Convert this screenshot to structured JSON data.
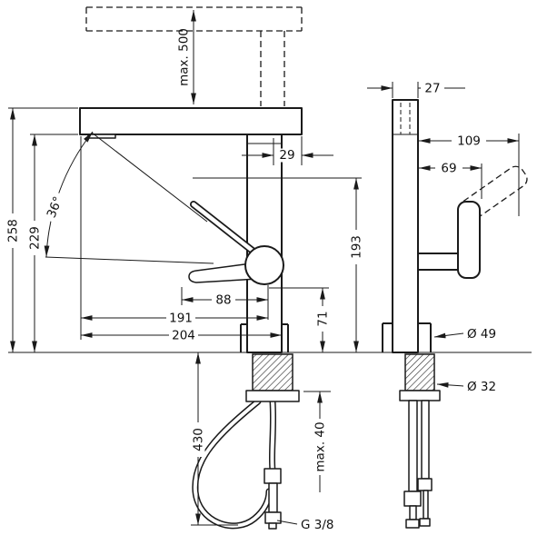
{
  "dimensions": {
    "max_height": "max. 500",
    "body_depth": "27",
    "spout_offset": "29",
    "projection_total": "109",
    "projection_handle": "69",
    "height_spout_top": "258",
    "height_spout_underside": "229",
    "lever_angle": "36°",
    "height_lever": "193",
    "lever_reach": "88",
    "spout_reach_inner": "191",
    "spout_reach_total": "204",
    "lever_clearance": "71",
    "hose_length": "430",
    "mounting_thickness": "max. 40",
    "base_diameter": "Ø 49",
    "hole_diameter": "Ø 32",
    "connection_thread": "G 3/8"
  }
}
